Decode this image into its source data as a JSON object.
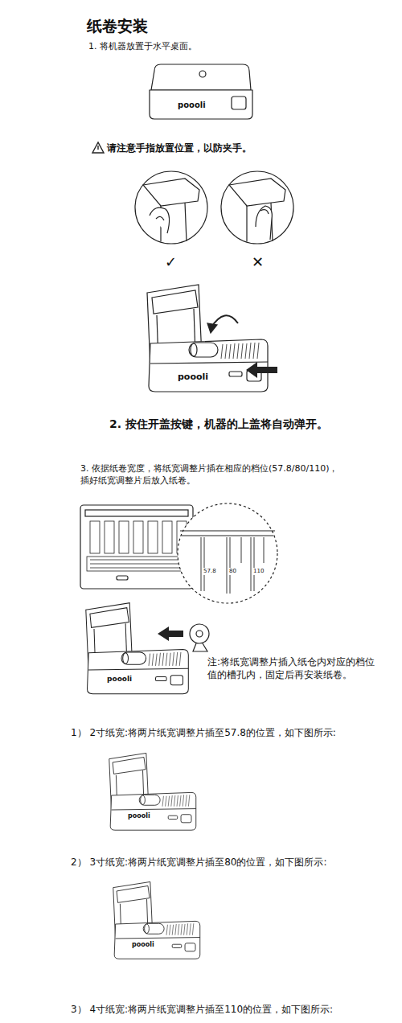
{
  "diagram": {
    "title": "纸卷安装",
    "labels": [
      "1. 将机器放置于水平桌面。",
      "poooli",
      "请注意手指放置位置，以防夹手。",
      "✓",
      "✕",
      "poooli",
      "2. 按住开盖按键，机器的上盖将自动弹开。",
      "3. 依据纸卷宽度，将纸宽调整片插在相应的档位(57.8/80/110)， 插好纸宽调整片后放入纸卷。",
      "57.8",
      "80",
      "110",
      "poooli",
      "注:将纸宽调整片插入纸仓内对应的档位值的槽孔内，固定后再安装纸卷。",
      "1） 2寸纸宽:将两片纸宽调整片插至57.8的位置，如下图所示:",
      "poooli",
      "2） 3寸纸宽:将两片纸宽调整片插至80的位置，如下图所示:",
      "poooli",
      "3） 4寸纸宽:将两片纸宽调整片插至110的位置，如下图所示:"
    ]
  }
}
